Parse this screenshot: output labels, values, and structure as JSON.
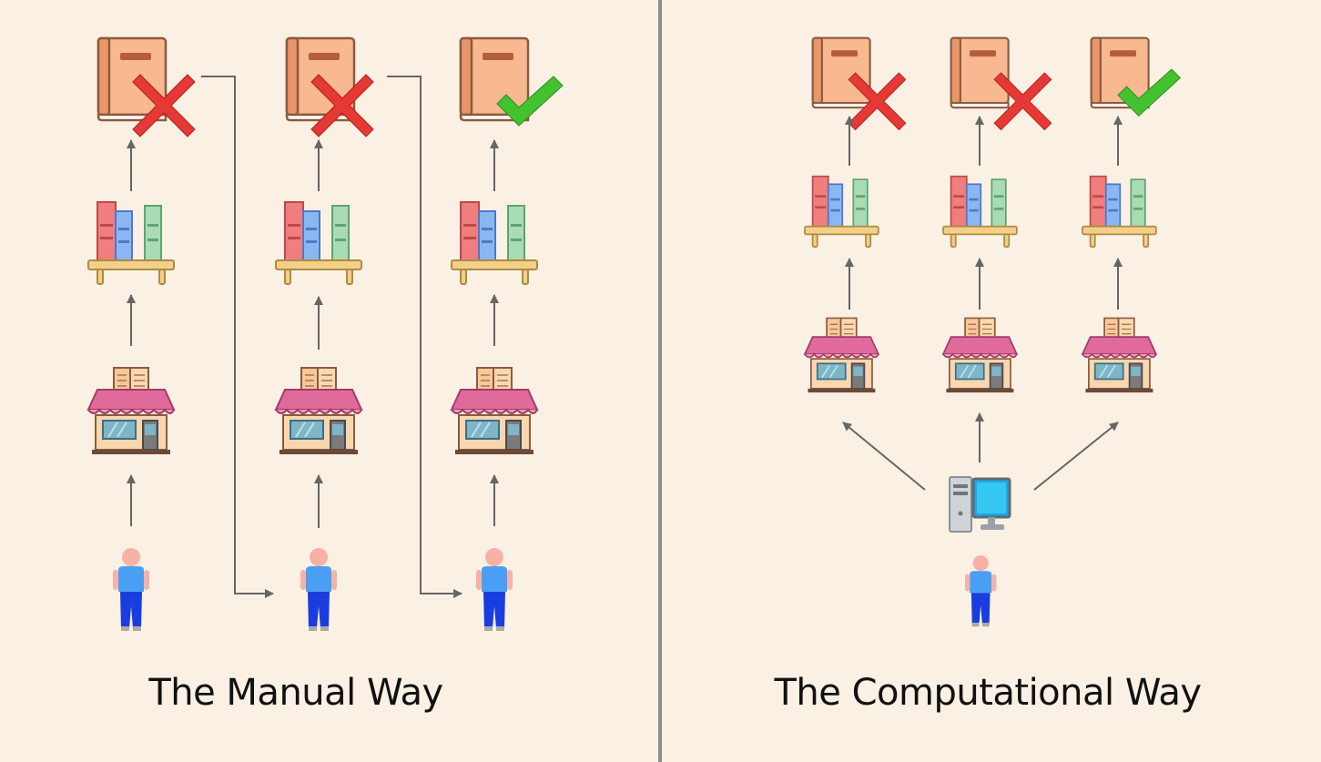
{
  "captions": {
    "manual": "The Manual Way",
    "computational": "The Computational Way"
  },
  "colors": {
    "background": "#faf1e4",
    "divider": "#8e8e8e",
    "arrow": "#666666",
    "book": "#f8b890",
    "reject": "#e53935",
    "accept": "#43c22f",
    "person_shirt": "#4a9ff5",
    "person_pants": "#1a3de0",
    "store_awning": "#e06b9a",
    "shelf": "#f2d08a"
  },
  "icons": {
    "result": "book-icon",
    "reject": "red-x-icon",
    "accept": "green-check-icon",
    "source": "bookshelf-icon",
    "place": "bookstore-icon",
    "actor": "person-icon",
    "tool": "computer-icon"
  },
  "manual": {
    "attempts": [
      {
        "outcome": "reject"
      },
      {
        "outcome": "reject"
      },
      {
        "outcome": "accept"
      }
    ]
  },
  "computational": {
    "attempts": [
      {
        "outcome": "reject"
      },
      {
        "outcome": "reject"
      },
      {
        "outcome": "accept"
      }
    ]
  }
}
